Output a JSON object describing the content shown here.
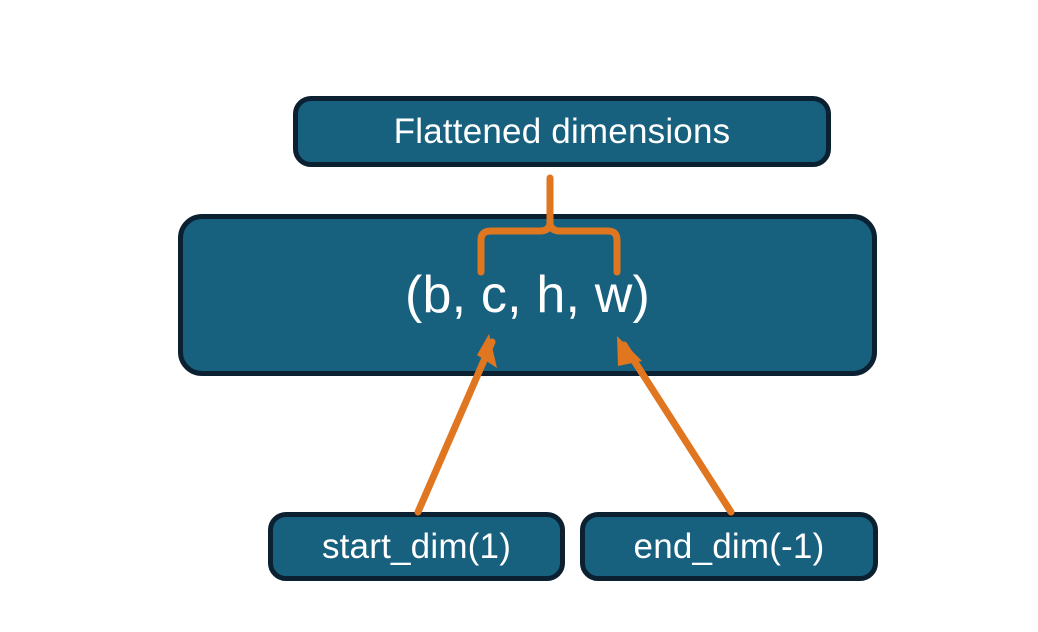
{
  "diagram": {
    "title_node": {
      "id": "flattened-dimensions",
      "label": "Flattened dimensions",
      "fill": "#17617f",
      "stroke": "#0b2030",
      "text_color": "#ffffff"
    },
    "shape_node": {
      "id": "tensor-shape",
      "label": "(b, c, h, w)",
      "dims": [
        "b",
        "c",
        "h",
        "w"
      ],
      "fill": "#17617f",
      "stroke": "#0b2030",
      "text_color": "#ffffff"
    },
    "argument_nodes": [
      {
        "id": "start-dim",
        "label": "start_dim(1)",
        "value": 1,
        "fill": "#17617f",
        "stroke": "#0b2030",
        "text_color": "#ffffff"
      },
      {
        "id": "end-dim",
        "label": "end_dim(-1)",
        "value": -1,
        "fill": "#17617f",
        "stroke": "#0b2030",
        "text_color": "#ffffff"
      }
    ],
    "connectors": {
      "accent_color": "#e0761f",
      "brace": {
        "name": "flattened-range-brace",
        "spans_dims": [
          "c",
          "h",
          "w"
        ]
      },
      "arrows": [
        {
          "name": "start-dim-arrow",
          "from": "start-dim",
          "to": "tensor-shape-dim-c"
        },
        {
          "name": "end-dim-arrow",
          "from": "end-dim",
          "to": "tensor-shape-dim-w"
        }
      ]
    },
    "colors": {
      "background": "#ffffff",
      "node_fill": "#17617f",
      "node_stroke": "#0b2030",
      "accent": "#e0761f",
      "label_text": "#ffffff"
    }
  }
}
